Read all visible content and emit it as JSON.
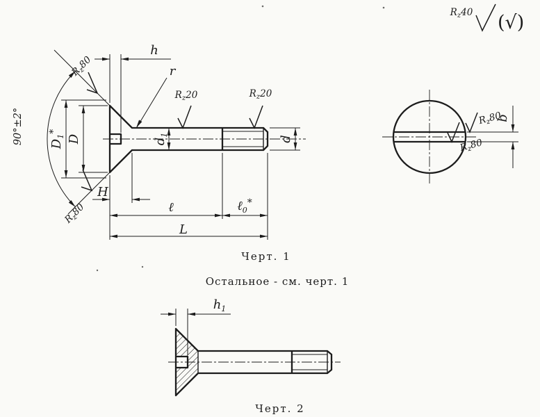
{
  "general_note": {
    "roughness": {
      "prefix": "R",
      "sub": "z",
      "value": "40"
    },
    "bracket": "(√)"
  },
  "fig1": {
    "caption": "Черт. 1",
    "angle": "90°±2°",
    "labels": {
      "h": "h",
      "r": "r",
      "H": "H",
      "L": "L",
      "l": "ℓ",
      "d": "d",
      "D": "D",
      "d1": {
        "base": "d",
        "sub": "1"
      },
      "D1": {
        "base": "D",
        "sub": "1",
        "sup": "*"
      },
      "l0": {
        "base": "ℓ",
        "sub": "0",
        "sup": "*"
      }
    },
    "roughness": {
      "cone_top": {
        "prefix": "R",
        "sub": "z",
        "value": "80"
      },
      "cone_bottom": {
        "prefix": "R",
        "sub": "z",
        "value": "80"
      },
      "shank_left": {
        "prefix": "R",
        "sub": "z",
        "value": "20"
      },
      "shank_right": {
        "prefix": "R",
        "sub": "z",
        "value": "20"
      }
    }
  },
  "end_view": {
    "labels": {
      "b": "b"
    },
    "roughness": {
      "slot_upper": {
        "prefix": "R",
        "sub": "z",
        "value": "80"
      },
      "slot_lower": {
        "prefix": "R",
        "sub": "z",
        "value": "80"
      }
    }
  },
  "fig2": {
    "note": "Остальное - см. черт. 1",
    "caption": "Черт. 2",
    "labels": {
      "h1": {
        "base": "h",
        "sub": "1"
      }
    }
  },
  "colors": {
    "ink": "#1c1c1c",
    "paper": "#fafaf7"
  }
}
